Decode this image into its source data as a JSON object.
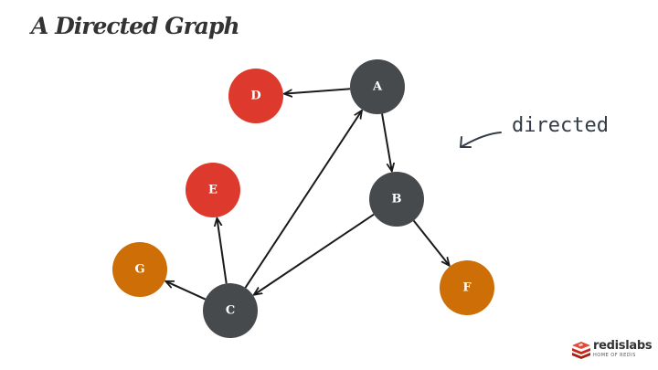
{
  "slide": {
    "title": "A Directed Graph"
  },
  "annotation": {
    "text": "directed"
  },
  "colors": {
    "dark": "#464a4d",
    "red": "#dd3a2d",
    "orange": "#cd6e06",
    "edge": "#1a1a1a",
    "annotation": "#333b47"
  },
  "graph": {
    "nodes": [
      {
        "id": "A",
        "label": "A",
        "color": "dark"
      },
      {
        "id": "B",
        "label": "B",
        "color": "dark"
      },
      {
        "id": "C",
        "label": "C",
        "color": "dark"
      },
      {
        "id": "D",
        "label": "D",
        "color": "red"
      },
      {
        "id": "E",
        "label": "E",
        "color": "red"
      },
      {
        "id": "F",
        "label": "F",
        "color": "orange"
      },
      {
        "id": "G",
        "label": "G",
        "color": "orange"
      }
    ],
    "edges": [
      {
        "from": "A",
        "to": "D"
      },
      {
        "from": "A",
        "to": "B"
      },
      {
        "from": "B",
        "to": "F"
      },
      {
        "from": "B",
        "to": "C"
      },
      {
        "from": "C",
        "to": "A"
      },
      {
        "from": "C",
        "to": "E"
      },
      {
        "from": "C",
        "to": "G"
      }
    ]
  },
  "logo": {
    "icon": "redis-cube-icon",
    "wordmark": "redislabs",
    "tagline": "HOME OF REDIS"
  }
}
